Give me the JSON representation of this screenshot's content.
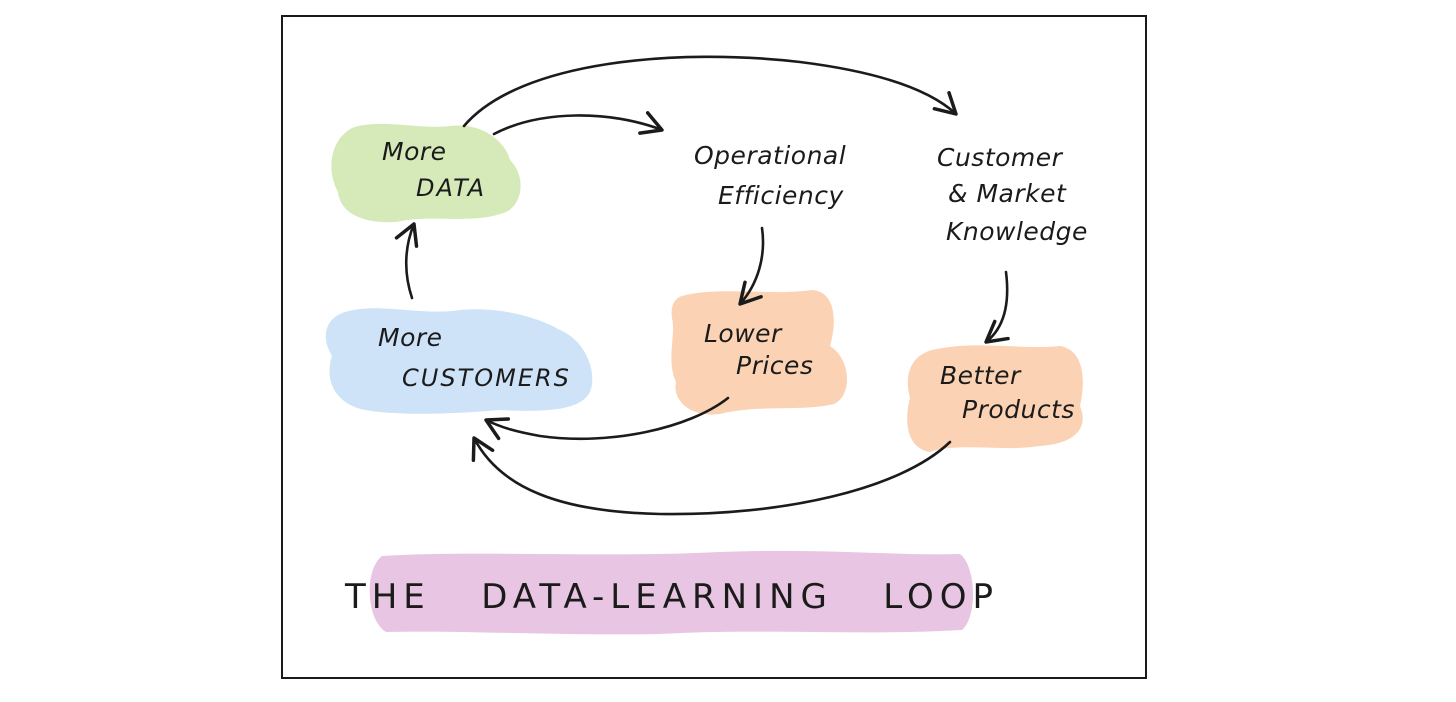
{
  "nodes": {
    "more_data": {
      "line1": "More",
      "line2": "DATA",
      "color": "#d6e9b9"
    },
    "more_customers": {
      "line1": "More",
      "line2": "CUSTOMERS",
      "color": "#cfe3f8"
    },
    "operational_efficiency": {
      "line1": "Operational",
      "line2": "Efficiency"
    },
    "customer_market_knowledge": {
      "line1": "Customer",
      "line2": "& Market",
      "line3": "Knowledge"
    },
    "lower_prices": {
      "line1": "Lower",
      "line2": "Prices",
      "color": "#fbd3b4"
    },
    "better_products": {
      "line1": "Better",
      "line2": "Products",
      "color": "#fbd3b4"
    }
  },
  "title": {
    "text": "THE   DATA-LEARNING   LOOP",
    "color": "#e7c5e3"
  }
}
